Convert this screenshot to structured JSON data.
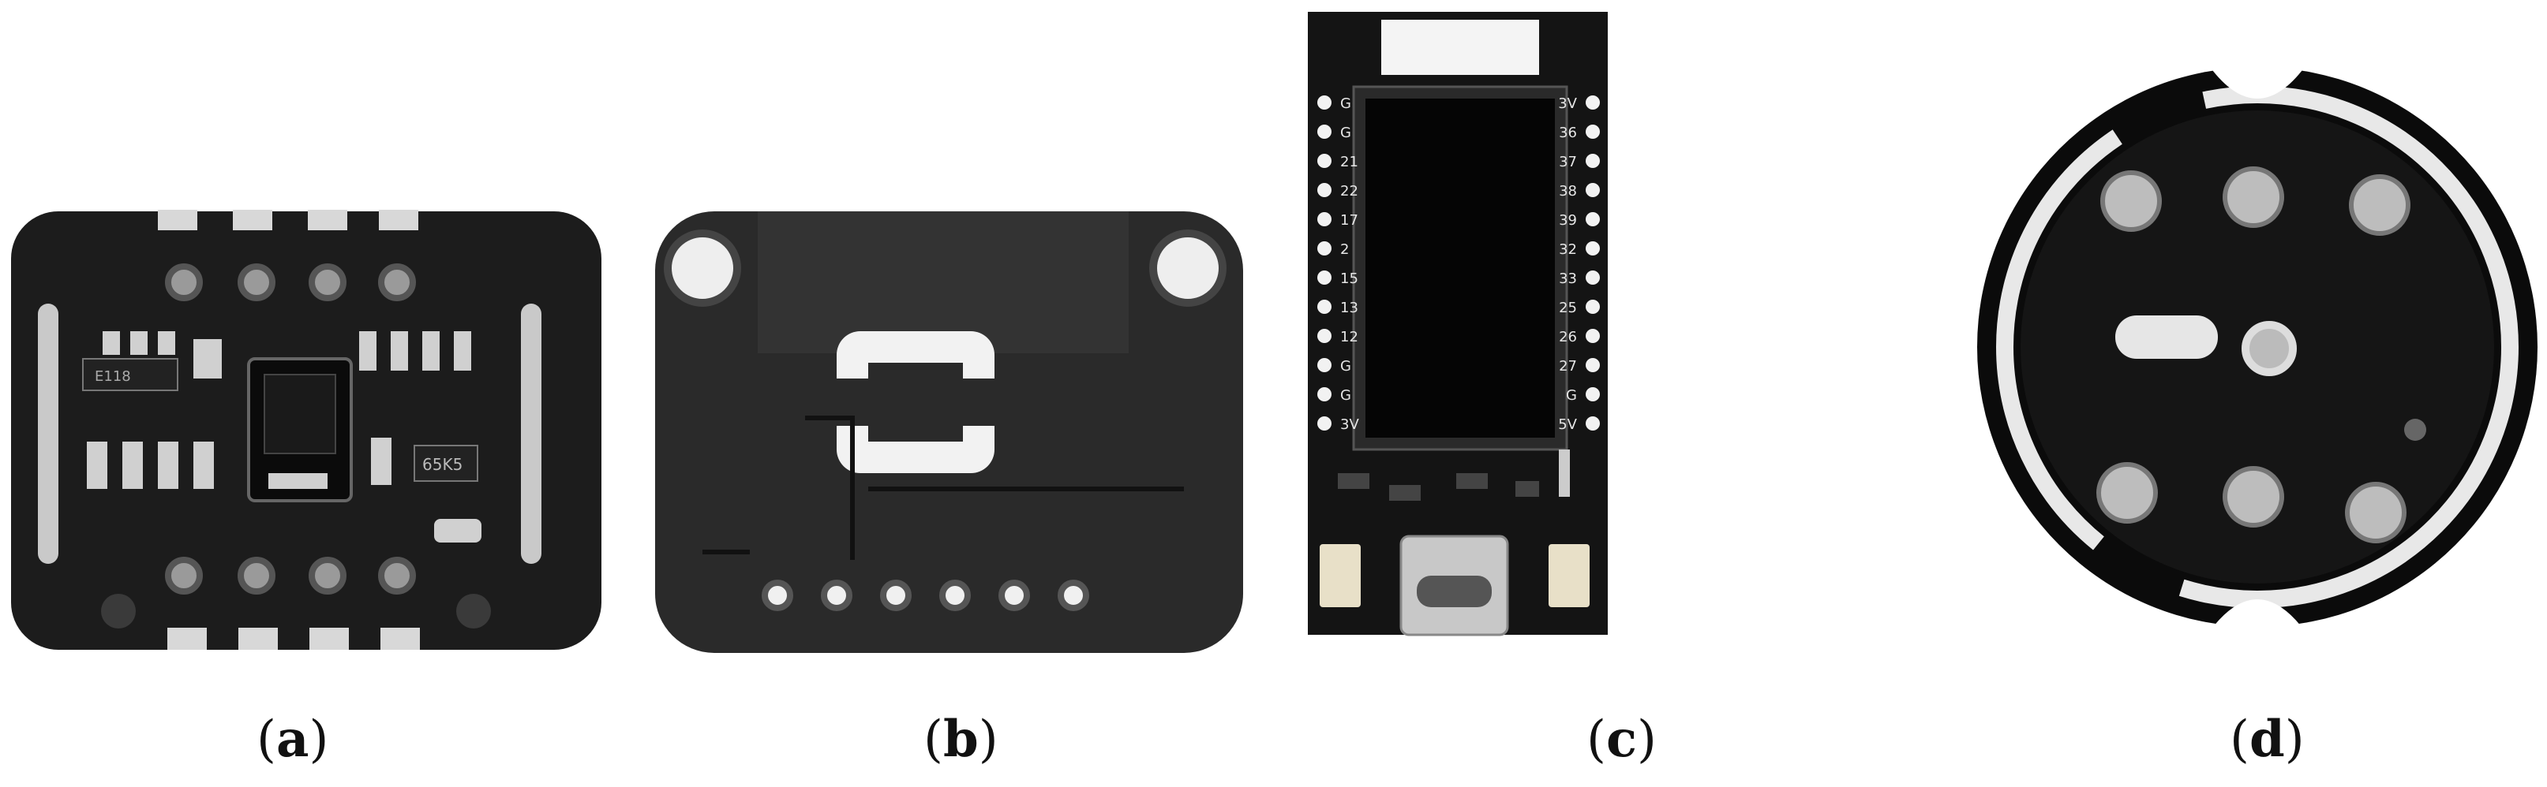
{
  "figure": {
    "panels": [
      {
        "id": "a",
        "caption_open": "(",
        "caption_letter": "a",
        "caption_close": ")",
        "chip_labels": [
          "65K5",
          "E118"
        ]
      },
      {
        "id": "b",
        "caption_open": "(",
        "caption_letter": "b",
        "caption_close": ")"
      },
      {
        "id": "c",
        "caption_open": "(",
        "caption_letter": "c",
        "caption_close": ")",
        "left_pins": [
          "G",
          "G",
          "21",
          "22",
          "17",
          "2",
          "15",
          "13",
          "12",
          "G",
          "G",
          "3V"
        ],
        "right_pins": [
          "3V",
          "36",
          "37",
          "38",
          "39",
          "32",
          "33",
          "25",
          "26",
          "27",
          "G",
          "5V"
        ]
      },
      {
        "id": "d",
        "caption_open": "(",
        "caption_letter": "d",
        "caption_close": ")"
      }
    ]
  }
}
